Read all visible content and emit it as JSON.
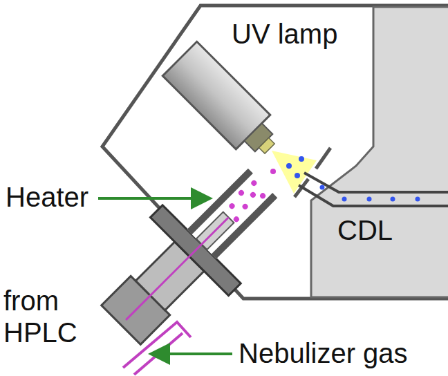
{
  "diagram": {
    "labels": [
      "UV lamp",
      "Heater",
      "CDL",
      "from HPLC",
      "Nebulizer gas"
    ]
  }
}
